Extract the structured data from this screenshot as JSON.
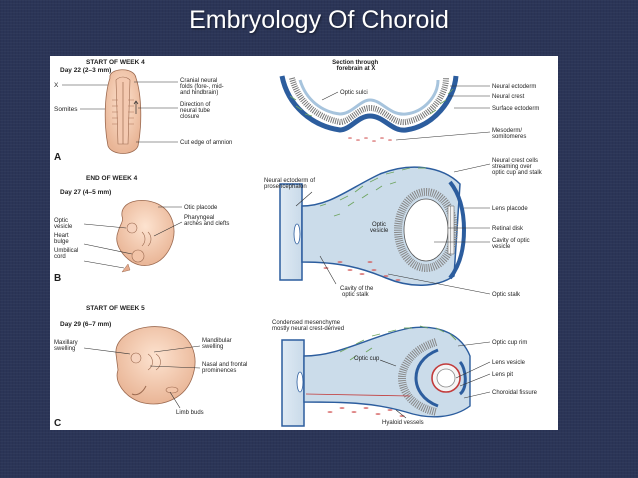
{
  "slide": {
    "title": "Embryology Of Choroid"
  },
  "figure": {
    "panel_letters": [
      "A",
      "B",
      "C"
    ],
    "panel_a": {
      "stage": "START OF WEEK 4",
      "day": "Day 22 (2–3 mm)",
      "x_mark": "X",
      "somites": "Somites",
      "cranial_folds": [
        "Cranial neural",
        "folds (fore-, mid-",
        "and hindbrain)"
      ],
      "direction": [
        "Direction of",
        "neural tube",
        "closure"
      ],
      "amnion": "Cut edge of amnion",
      "section_title": [
        "Section through",
        "forebrain at X"
      ],
      "optic_sulci": "Optic sulci",
      "right_labels": [
        "Neural ectoderm",
        "Neural crest",
        "Surface ectoderm"
      ],
      "mesoderm": [
        "Mesoderm/",
        "somitomeres"
      ]
    },
    "panel_b": {
      "stage": "END OF WEEK 4",
      "day": "Day 27 (4–5 mm)",
      "left_labels": {
        "optic_vesicle": [
          "Optic",
          "vesicle"
        ],
        "heart_bulge": [
          "Heart",
          "bulge"
        ],
        "umbilical_cord": [
          "Umbilical",
          "cord"
        ]
      },
      "otic_placode": "Otic placode",
      "pharyngeal": [
        "Pharyngeal",
        "arches and clefts"
      ],
      "prosencephalon": [
        "Neural ectoderm of",
        "prosencephalon"
      ],
      "optic_vesicle_inner": [
        "Optic",
        "vesicle"
      ],
      "cavity_stalk": [
        "Cavity of the",
        "optic stalk"
      ],
      "neural_crest_cells": [
        "Neural crest cells",
        "streaming over",
        "optic cup and stalk"
      ],
      "lens_placode": "Lens placode",
      "retinal_disk": "Retinal disk",
      "cavity_optic": [
        "Cavity of optic",
        "vesicle"
      ],
      "optic_stalk": "Optic stalk"
    },
    "panel_c": {
      "stage": "START OF WEEK 5",
      "day": "Day 29 (6–7 mm)",
      "maxillary": [
        "Maxillary",
        "swelling"
      ],
      "mandibular": [
        "Mandibular",
        "swelling"
      ],
      "nasal": [
        "Nasal and frontal",
        "prominences"
      ],
      "limb_buds": "Limb buds",
      "condensed": [
        "Condensed mesenchyme",
        "mostly neural crest-derived"
      ],
      "optic_cup": "Optic cup",
      "hyaloid": "Hyaloid vessels",
      "optic_cup_rim": "Optic cup rim",
      "lens_vesicle": "Lens vesicle",
      "lens_pit": "Lens pit",
      "choroidal": "Choroidal fissure"
    }
  }
}
